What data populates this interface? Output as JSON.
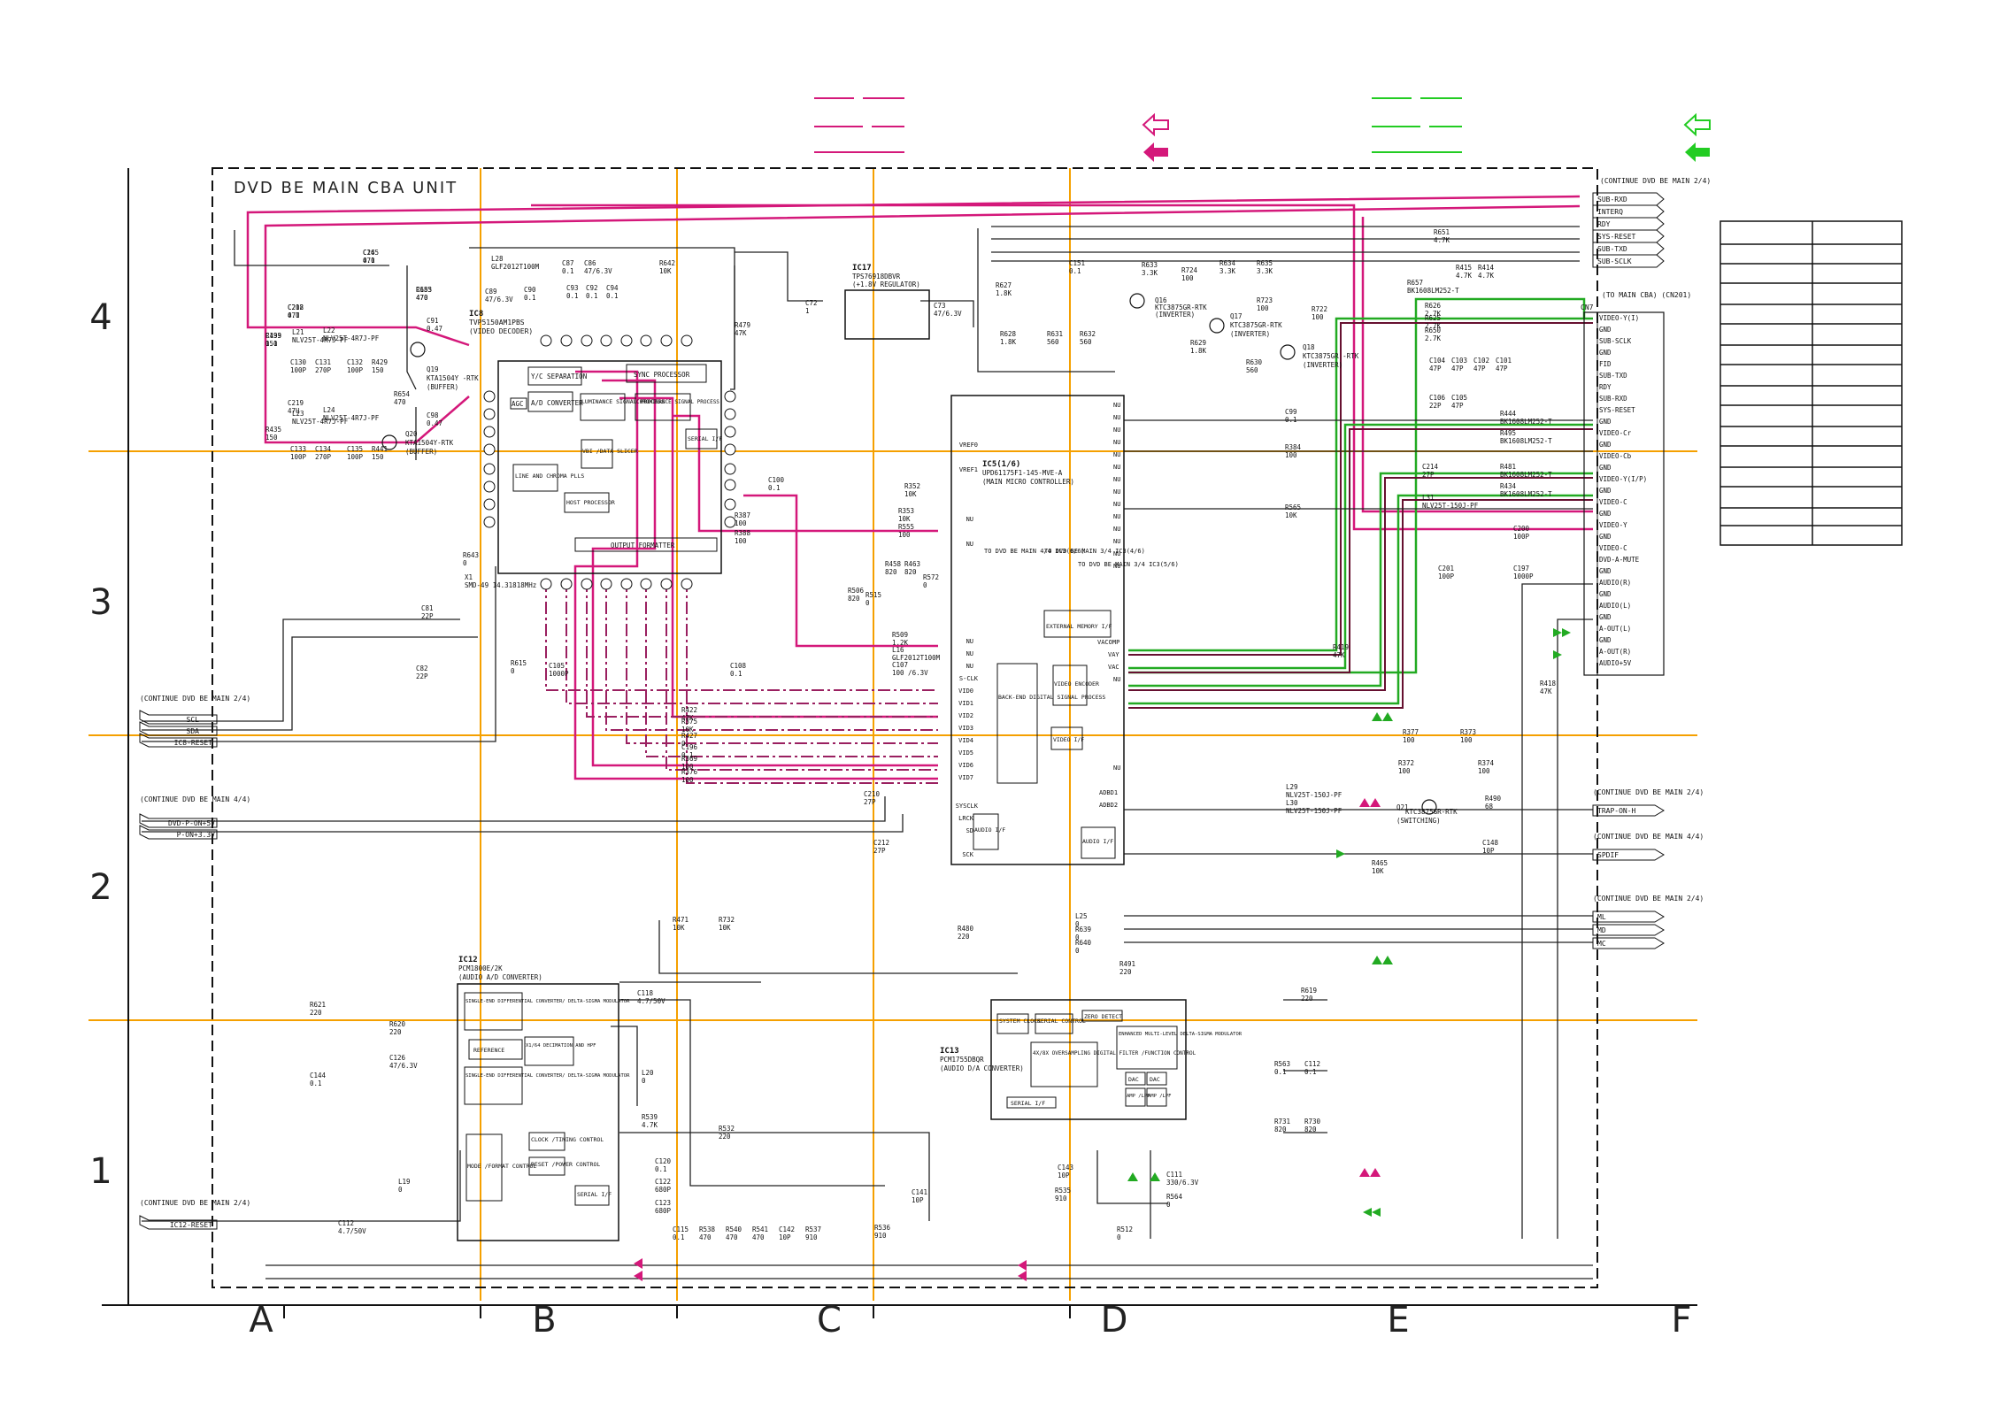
{
  "title": "DVD BE MAIN CBA UNIT",
  "grid": {
    "rows": [
      "4",
      "3",
      "2",
      "1"
    ],
    "cols": [
      "A",
      "B",
      "C",
      "D",
      "E",
      "F"
    ]
  },
  "ics": {
    "ic8": {
      "ref": "IC8",
      "part": "TVP5150AM1PBS",
      "desc": "(VIDEO DECODER)",
      "blocks": [
        "Y/C SEPARATION",
        "A/D CONVERTER",
        "AGC",
        "LUMINANCE SIGNAL PROCESS",
        "CHROMINANCE SIGNAL PROCESS",
        "SYNC PROCESSOR",
        "LINE AND CHROMA PLLS",
        "VBI /DATA SLICER",
        "HOST PROCESSOR",
        "OUTPUT FORMATTER",
        "SERIAL I/F"
      ]
    },
    "ic5": {
      "ref": "IC5(1/6)",
      "part": "UPD61175F1-145-MVE-A",
      "desc": "(MAIN MICRO CONTROLLER)",
      "blocks": [
        "BACK-END DIGITAL SIGNAL PROCESS",
        "VIDEO ENCODER",
        "EXTERNAL MEMORY I/F",
        "VIDEO I/F",
        "AUDIO I/F",
        "AUDIO I/F"
      ]
    },
    "ic17": {
      "ref": "IC17",
      "part": "TPS76918DBVR",
      "desc": "(+1.8V REGULATOR)"
    },
    "ic12": {
      "ref": "IC12",
      "part": "PCM1800E/2K",
      "desc": "(AUDIO A/D CONVERTER)",
      "blocks": [
        "SINGLE-END DIFFERENTIAL CONVERTER/ DELTA-SIGMA MODULATOR",
        "REFERENCE",
        "X1/64 DECIMATION AND HPF",
        "SINGLE-END DIFFERENTIAL CONVERTER/ DELTA-SIGMA MODULATOR",
        "CLOCK /TIMING CONTROL",
        "RESET /POWER CONTROL",
        "MODE /FORMAT CONTROL",
        "SERIAL I/F"
      ]
    },
    "ic13": {
      "ref": "IC13",
      "part": "PCM1755DBQR",
      "desc": "(AUDIO D/A CONVERTER)",
      "blocks": [
        "SYSTEM CLOCK",
        "SERIAL CONTROL",
        "ZERO DETECT",
        "4X/8X OVERSAMPLING DIGITAL FILTER /FUNCTION CONTROL",
        "ENHANCED MULTI-LEVEL DELTA-SIGMA MODULATOR",
        "DAC",
        "DAC",
        "AMP /LPF",
        "AMP /LPF",
        "SERIAL I/F"
      ]
    }
  },
  "connectors": {
    "top": {
      "label": "(CONTINUE DVD BE MAIN 2/4)",
      "signals": [
        "SUB-RXD",
        "INTERQ",
        "RDY",
        "SYS-RESET",
        "SUB-TXD",
        "SUB-SCLK"
      ]
    },
    "cn7": {
      "ref": "CN7",
      "label": "(TO MAIN CBA) (CN201)",
      "pins": [
        "VIDEO-Y(I)",
        "GND",
        "SUB-SCLK",
        "GND",
        "FID",
        "SUB-TXD",
        "RDY",
        "SUB-RXD",
        "SYS-RESET",
        "GND",
        "VIDEO-Cr",
        "GND",
        "VIDEO-Cb",
        "GND",
        "VIDEO-Y(I/P)",
        "GND",
        "VIDEO-C",
        "GND",
        "VIDEO-Y",
        "GND",
        "VIDEO-C",
        "DVD-A-MUTE",
        "GND",
        "AUDIO(R)",
        "GND",
        "AUDIO(L)",
        "GND",
        "A-OUT(L)",
        "GND",
        "A-OUT(R)",
        "AUDIO+5V"
      ]
    },
    "left1": {
      "label": "(CONTINUE DVD BE MAIN 2/4)",
      "signals": [
        "SCL",
        "SDA",
        "IC8-RESET"
      ]
    },
    "left2": {
      "label": "(CONTINUE DVD BE MAIN 4/4)",
      "signals": [
        "DVD-P-ON+5V",
        "P-ON+3.3V"
      ]
    },
    "left3": {
      "label": "(CONTINUE DVD BE MAIN 2/4)",
      "signals": [
        "IC12-RESET"
      ]
    },
    "right1": {
      "label": "(CONTINUE DVD BE MAIN 2/4)",
      "signals": [
        "TRAP-ON-H"
      ]
    },
    "right2": {
      "label": "(CONTINUE DVD BE MAIN 4/4)",
      "signals": [
        "SPDIF"
      ]
    },
    "right3": {
      "label": "(CONTINUE DVD BE MAIN 2/4)",
      "signals": [
        "ML",
        "MD",
        "MC"
      ]
    }
  },
  "transistors": [
    {
      "ref": "Q19",
      "part": "KTA1504Y -RTK",
      "desc": "(BUFFER)"
    },
    {
      "ref": "Q20",
      "part": "KTA1504Y-RTK",
      "desc": "(BUFFER)"
    },
    {
      "ref": "Q16",
      "part": "KTC3875GR-RTK",
      "desc": "(INVERTER)"
    },
    {
      "ref": "Q17",
      "part": "KTC3875GR-RTK",
      "desc": "(INVERTER)"
    },
    {
      "ref": "Q18",
      "part": "KTC3875GR -RTK",
      "desc": "(INVERTER)"
    },
    {
      "ref": "Q21",
      "part": "KTC3875GR-RTK",
      "desc": "(SWITCHING)"
    }
  ],
  "ic5_notes": [
    "TO DVD BE MAIN 4/4 IC3(6/6)",
    "TO DVD BE MAIN 3/4 IC3(4/6)",
    "TO DVD BE MAIN 3/4 IC3(5/6)"
  ],
  "ic5_pins": {
    "left": [
      "VREF0",
      "VREF1",
      "NU",
      "NU",
      "NU",
      "NU",
      "NU",
      "S-CLK",
      "VID0",
      "VID1",
      "VID2",
      "VID3",
      "VID4",
      "VID5",
      "VID6",
      "VID7",
      "SYSCLK",
      "LRCK",
      "SD",
      "SCK"
    ],
    "right": [
      "NU",
      "NU",
      "NU",
      "NU",
      "NU",
      "NU",
      "NU",
      "NU",
      "NU",
      "NU",
      "NU",
      "NU",
      "NU",
      "NU",
      "VACOMP",
      "VAY",
      "VAC",
      "NU",
      "NU",
      "ADBD1",
      "ADBD2"
    ]
  },
  "components": [
    "C26 0.1",
    "R653 470",
    "C218 47U",
    "R433 150",
    "L21 NLV25T-4R7J-PF",
    "L22 NLV25T-4R7J-PF",
    "C130 100P",
    "C131 270P",
    "C132 100P",
    "R429 150",
    "C219 47U",
    "R435 150",
    "L23 NLV25T-4R7J-PF",
    "L24 NLV25T-4R7J-PF",
    "C133 100P",
    "C134 270P",
    "C135 100P",
    "R441 150",
    "C91 0.47",
    "C98 0.47",
    "R654 470",
    "L28 GLF2012T100M",
    "C89 47/6.3V",
    "C90 0.1",
    "C87 0.1",
    "C86 47/6.3V",
    "C93 0.1",
    "C92 0.1",
    "C94 0.1",
    "R642 10K",
    "R479 47K",
    "C72 1",
    "C73 47/6.3V",
    "C151 0.1",
    "R627 1.8K",
    "R628 1.8K",
    "R631 560",
    "R632 560",
    "R633 3.3K",
    "R724 100",
    "R634 3.3K",
    "R635 3.3K",
    "R629 1.8K",
    "R723 100",
    "R722 100",
    "R630 560",
    "R651 4.7K",
    "R415 4.7K",
    "R414 4.7K",
    "R657 BK1608LM252-T",
    "R626 2.7K",
    "R625 2.7K",
    "R650 2.7K",
    "C104 47P",
    "C103 47P",
    "C102 47P",
    "C101 47P",
    "C106 22P",
    "C105 47P",
    "R444 BK1608LM252-T",
    "R495 BK1608LM252-T",
    "R481 BK1608LM252-T",
    "R434 BK1608LM252-T",
    "C214 27P",
    "L31 NLV25T-150J-PF",
    "C200 100P",
    "C201 100P",
    "C197 1000P",
    "C100 0.1",
    "R387 100",
    "R388 100",
    "R643 0",
    "X1 SMD-49 14.31818MHz",
    "C81 22P",
    "C82 22P",
    "R615 0",
    "C105 1000P",
    "C99 0.1",
    "R384 100",
    "R565 10K",
    "R352 10K",
    "R353 10K",
    "R555 100",
    "R458 820",
    "R463 820",
    "R572 0",
    "R506 820",
    "R515 0",
    "R509 1.2K",
    "L16 GLF2012T100M",
    "C107 100 /6.3V",
    "C108 0.1",
    "R419 47K",
    "R418 47K",
    "R422 47K",
    "R375 10K",
    "R427 0",
    "C196 0.1",
    "R369 100",
    "R376 100",
    "R377 100",
    "R373 100",
    "R372 100",
    "R374 100",
    "C210 27P",
    "C212 27P",
    "L29 NLV25T-150J-PF",
    "L30 NLV25T-150J-PF",
    "R490 68",
    "C148 10P",
    "R465 10K",
    "R471 10K",
    "R732 10K",
    "R480 220",
    "L25 0",
    "R639 0",
    "R640 0",
    "R491 220",
    "R619 220",
    "R621 220",
    "R620 220",
    "C126 47/6.3V",
    "C144 0.1",
    "L19 0",
    "C112 4.7/50V",
    "C118 4.7/50V",
    "L20 0",
    "R539 4.7K",
    "R532 220",
    "C120 0.1",
    "C122 680P",
    "C123 680P",
    "C115 0.1",
    "R538 470",
    "R540 470",
    "R541 470",
    "C142 10P",
    "R537 910",
    "C141 10P",
    "R536 910",
    "C143 10P",
    "R535 910",
    "R512 0",
    "C111 330/6.3V",
    "R564 0",
    "R563 0.1",
    "C112 0.1",
    "R731 820",
    "R730 820",
    "C145 470",
    "C185 470",
    "C202 0.1",
    "C199 0.1"
  ]
}
